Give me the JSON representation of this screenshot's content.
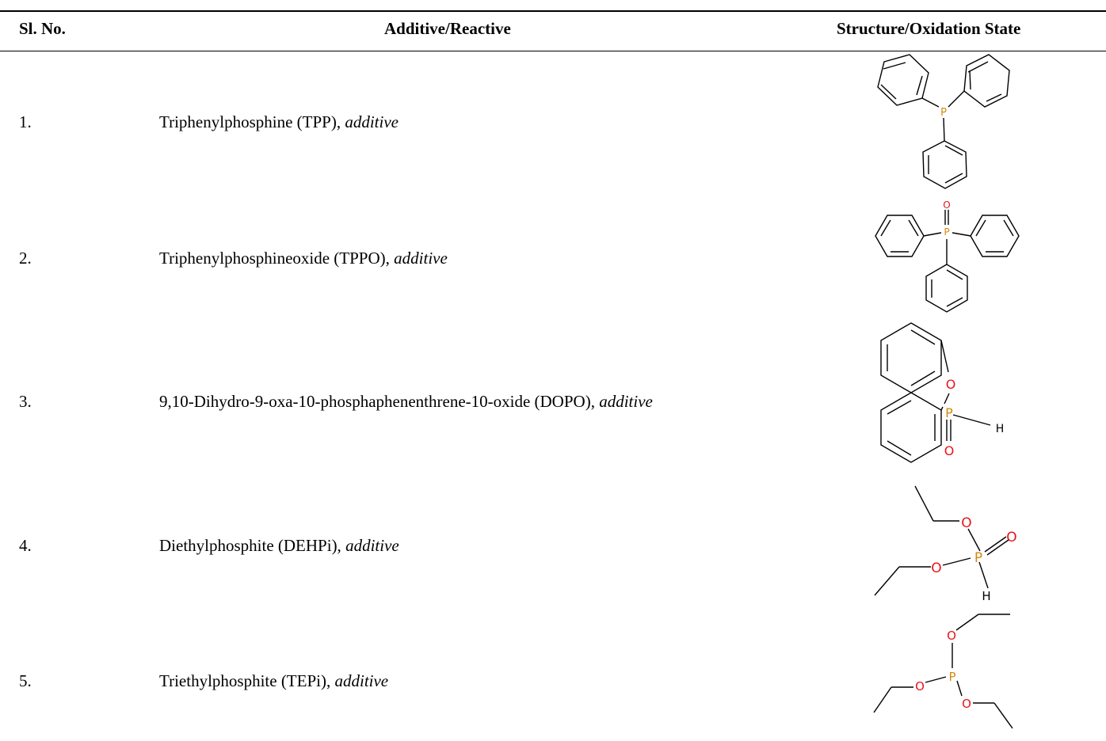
{
  "table": {
    "headers": [
      "Sl. No.",
      "Additive/Reactive",
      "Structure/Oxidation State"
    ],
    "rows": [
      {
        "num": "1.",
        "name": "Triphenylphosphine (TPP), ",
        "type": "additive",
        "structure_icon": "triphenylphosphine-structure"
      },
      {
        "num": "2.",
        "name": "Triphenylphosphineoxide (TPPO), ",
        "type": "additive",
        "structure_icon": "triphenylphosphine-oxide-structure"
      },
      {
        "num": "3.",
        "name": "9,10-Dihydro-9-oxa-10-phosphaphenenthrene-10-oxide (DOPO), ",
        "type": "additive",
        "structure_icon": "dopo-structure"
      },
      {
        "num": "4.",
        "name": "Diethylphosphite (DEHPi), ",
        "type": "additive",
        "structure_icon": "diethylphosphite-structure"
      },
      {
        "num": "5.",
        "name": "Triethylphosphite (TEPi), ",
        "type": "additive",
        "structure_icon": "triethylphosphite-structure"
      }
    ]
  },
  "atom_labels": {
    "phosphorus": "P",
    "oxygen": "O",
    "hydrogen": "H"
  },
  "colors": {
    "phosphorus": "#d4880f",
    "oxygen": "#e8141a",
    "bond": "#000000"
  }
}
